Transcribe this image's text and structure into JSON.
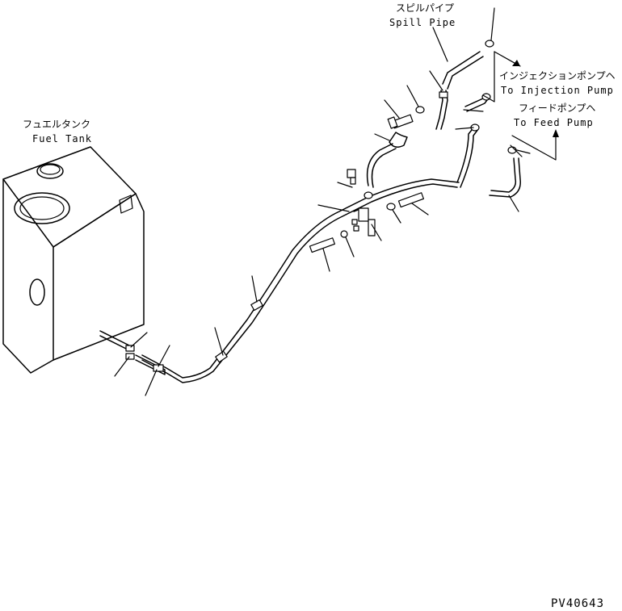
{
  "labels": {
    "spill_pipe_jp": "スピルパイプ",
    "spill_pipe_en": "Spill Pipe",
    "injection_pump_jp": "インジェクションポンプヘ",
    "injection_pump_en": "To Injection Pump",
    "feed_pump_jp": "フィードポンプヘ",
    "feed_pump_en": "To Feed Pump",
    "fuel_tank_jp": "フュエルタンク",
    "fuel_tank_en": "Fuel Tank"
  },
  "drawing_code": "PV40643"
}
